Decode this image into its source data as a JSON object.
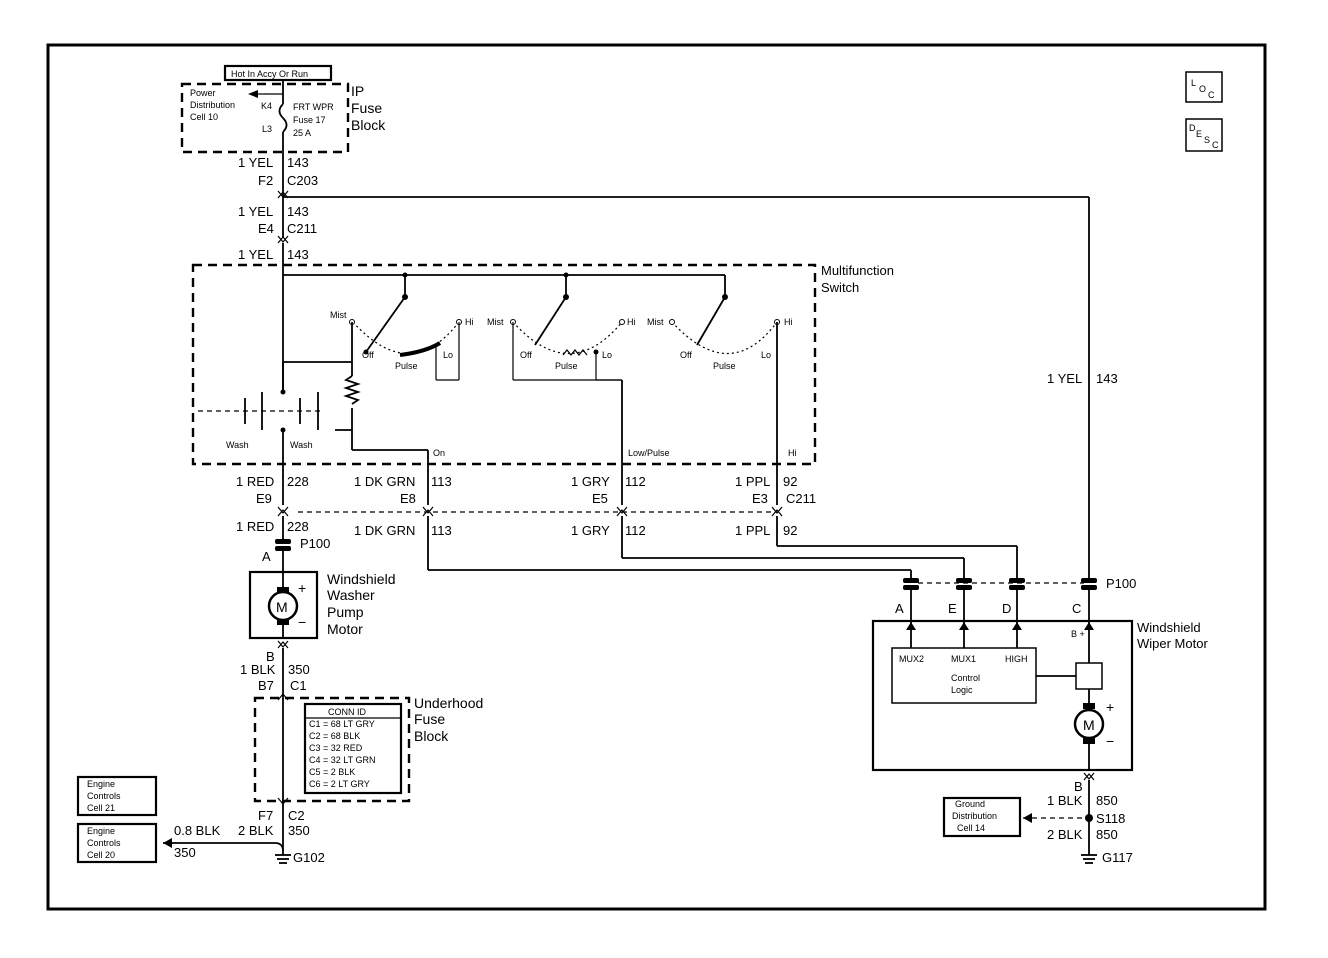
{
  "nav": {
    "loc": {
      "a": "L",
      "b": "O",
      "c": "C"
    },
    "desc": {
      "a": "D",
      "b": "E",
      "c": "S",
      "d": "C"
    }
  },
  "fuse_block": {
    "hot_label": "Hot In Accy Or Run",
    "power_dist": [
      "Power",
      "Distribution",
      "Cell 10"
    ],
    "k4": "K4",
    "l3": "L3",
    "fuse": [
      "FRT WPR",
      "Fuse 17",
      "25 A"
    ],
    "name": [
      "IP",
      "Fuse",
      "Block"
    ]
  },
  "wires": {
    "top1": {
      "color": "1 YEL",
      "circuit": "143",
      "pin": "F2",
      "conn": "C203"
    },
    "top2": {
      "color": "1 YEL",
      "circuit": "143",
      "pin": "E4",
      "conn": "C211"
    },
    "top3": {
      "color": "1 YEL",
      "circuit": "143"
    },
    "right": {
      "color": "1 YEL",
      "circuit": "143"
    },
    "red_upper": {
      "color": "1 RED",
      "circuit": "228",
      "pin": "E9"
    },
    "red_lower": {
      "color": "1 RED",
      "circuit": "228"
    },
    "grn_upper": {
      "color": "1 DK GRN",
      "circuit": "113",
      "pin": "E8"
    },
    "grn_lower": {
      "color": "1 DK GRN",
      "circuit": "113"
    },
    "gry_upper": {
      "color": "1 GRY",
      "circuit": "112",
      "pin": "E5"
    },
    "gry_lower": {
      "color": "1 GRY",
      "circuit": "112"
    },
    "ppl_upper": {
      "color": "1 PPL",
      "circuit": "92",
      "pin": "E3",
      "conn": "C211"
    },
    "ppl_lower": {
      "color": "1 PPL",
      "circuit": "92"
    },
    "blk350": {
      "color": "1 BLK",
      "circuit": "350",
      "pin": "B7",
      "conn": "C1"
    },
    "f7": {
      "pin": "F7",
      "conn": "C2",
      "color": "2 BLK",
      "circuit": "350"
    },
    "g102_branch": {
      "color": "0.8 BLK",
      "circuit": "350"
    },
    "blk850_1": {
      "color": "1 BLK",
      "circuit": "850"
    },
    "blk850_2": {
      "color": "2 BLK",
      "circuit": "850"
    }
  },
  "switch": {
    "name": [
      "Multifunction",
      "Switch"
    ],
    "mist": "Mist",
    "hi": "Hi",
    "off": "Off",
    "lo": "Lo",
    "pulse": "Pulse",
    "wash": "Wash",
    "on": "On",
    "low_pulse": "Low/Pulse",
    "hi_out": "Hi"
  },
  "connectors": {
    "p100": "P100",
    "a": "A",
    "b": "B",
    "c": "C",
    "d": "D",
    "e": "E"
  },
  "washer": {
    "name": [
      "Windshield",
      "Washer",
      "Pump",
      "Motor"
    ],
    "motor": "M",
    "plus": "+",
    "minus": "−"
  },
  "underhood": {
    "name": [
      "Underhood",
      "Fuse",
      "Block"
    ],
    "conn_id_title": "CONN ID",
    "conn_ids": [
      "C1 = 68 LT GRY",
      "C2 = 68 BLK",
      "C3 = 32 RED",
      "C4 = 32 LT GRN",
      "C5 = 2 BLK",
      "C6 = 2 LT GRY"
    ]
  },
  "engine_controls": {
    "cell21": [
      "Engine",
      "Controls",
      "Cell 21"
    ],
    "cell20": [
      "Engine",
      "Controls",
      "Cell 20"
    ]
  },
  "grounds": {
    "g102": "G102",
    "g117": "G117",
    "s118": "S118"
  },
  "ground_dist": [
    "Ground",
    "Distribution",
    "Cell 14"
  ],
  "wiper_motor": {
    "name": [
      "Windshield",
      "Wiper Motor"
    ],
    "mux2": "MUX2",
    "mux1": "MUX1",
    "high": "HIGH",
    "control_logic": [
      "Control",
      "Logic"
    ],
    "bplus": "B +",
    "motor": "M",
    "plus": "+",
    "minus": "−"
  }
}
